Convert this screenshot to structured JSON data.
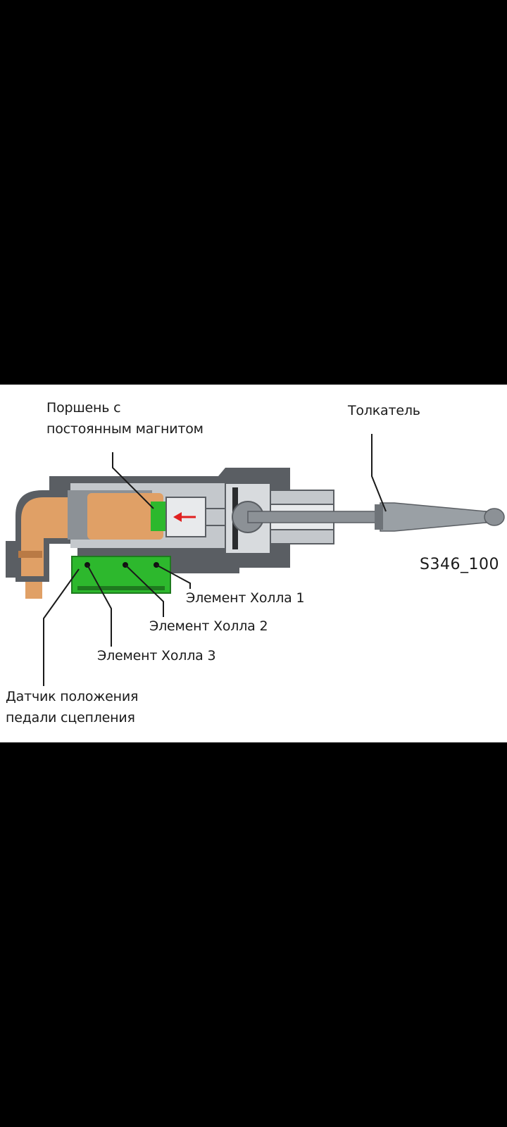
{
  "diagram": {
    "labels": {
      "piston_line1": "Поршень с",
      "piston_line2": "постоянным магнитом",
      "pushrod": "Толкатель",
      "code": "S346_100",
      "hall1": "Элемент Холла 1",
      "hall2": "Элемент Холла 2",
      "hall3": "Элемент Холла 3",
      "sensor_line1": "Датчик положения",
      "sensor_line2": "педали сцепления"
    },
    "colors": {
      "background": "#000000",
      "panel": "#ffffff",
      "housing": "#5a5e63",
      "housing_light": "#c4c8cc",
      "piston": "#e0a066",
      "sensor": "#2db82d",
      "arrow": "#e02020"
    }
  }
}
